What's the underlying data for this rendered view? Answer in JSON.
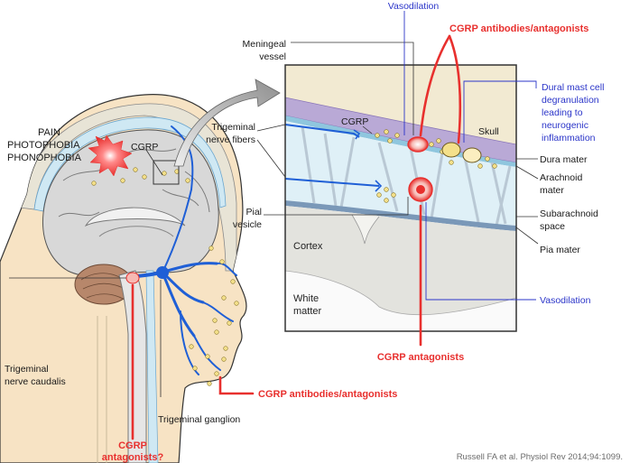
{
  "labels": {
    "vasodilation_top": "Vasodilation",
    "cgrp_antibodies_top": "CGRP antibodies/antagonists",
    "meningeal_1": "Meningeal",
    "meningeal_2": "vessel",
    "dural_1": "Dural mast cell",
    "dural_2": "degranulation",
    "dural_3": "leading to",
    "dural_4": "neurogenic",
    "dural_5": "inflammation",
    "cgrp_inset": "CGRP",
    "cgrp_head": "CGRP",
    "skull": "Skull",
    "trig_fibers_1": "Trigeminal",
    "trig_fibers_2": "nerve fibers",
    "dura": "Dura mater",
    "arachnoid_1": "Arachnoid",
    "arachnoid_2": "mater",
    "subarach_1": "Subarachnoid",
    "subarach_2": "space",
    "pia": "Pia mater",
    "pial_1": "Pial",
    "pial_2": "vesicle",
    "cortex": "Cortex",
    "white_1": "White",
    "white_2": "matter",
    "vasodilation_bottom": "Vasodilation",
    "cgrp_antagonists": "CGRP antagonists",
    "pain_1": "PAIN",
    "pain_2": "PHOTOPHOBIA",
    "pain_3": "PHONOPHOBIA",
    "trig_caudalis_1": "Trigeminal",
    "trig_caudalis_2": "nerve caudalis",
    "cgrp_antibodies_bottom": "CGRP antibodies/antagonists",
    "trig_ganglion": "Trigeminal ganglion",
    "cgrp_q_1": "CGRP",
    "cgrp_q_2": "antagonists?",
    "citation": "Russell FA et al. Physiol Rev 2014;94:1099."
  },
  "colors": {
    "nerve_blue": "#1f5fd6",
    "antagonist_red": "#e8302e",
    "label_blue": "#2b35c9",
    "dura_purple": "#b9a9d6",
    "arachnoid_blue": "#cfe8f3",
    "skull_beige": "#f2ead2",
    "cgrp_yellow": "#f4e08a"
  }
}
